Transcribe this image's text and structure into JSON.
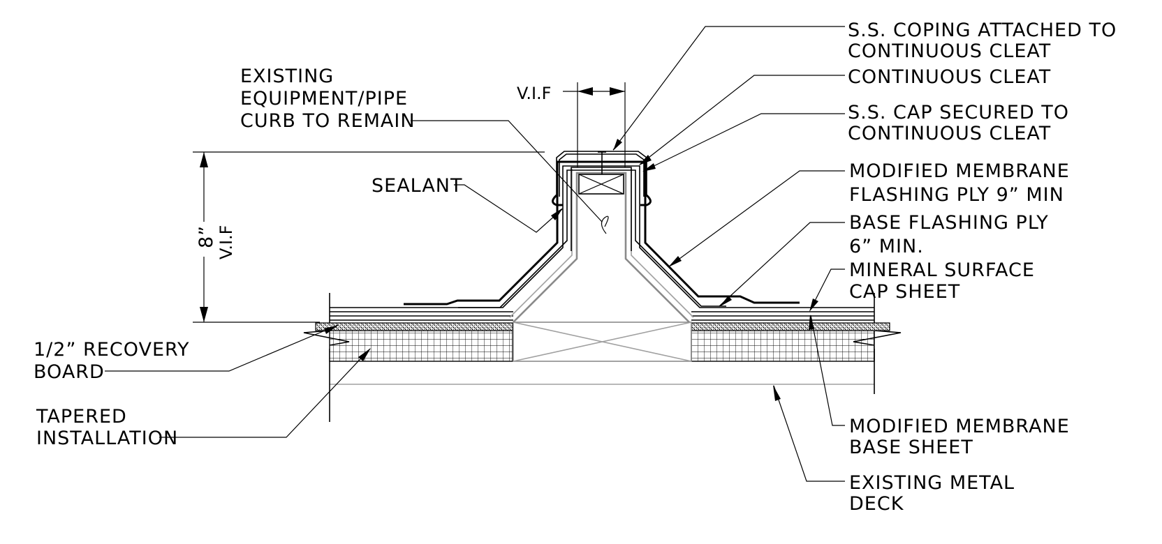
{
  "colors": {
    "line": "#000000",
    "wood": "#8a8a8a",
    "background": "#ffffff"
  },
  "labels": {
    "coping_line1": "S.S. COPING ATTACHED TO",
    "coping_line2": "CONTINUOUS CLEAT",
    "cleat": "CONTINUOUS CLEAT",
    "cap_line1": "S.S. CAP SECURED TO",
    "cap_line2": "CONTINUOUS CLEAT",
    "flashing_line1": "MODIFIED MEMBRANE",
    "flashing_line2": "FLASHING PLY 9” MIN",
    "base_flashing_line1": "BASE FLASHING PLY",
    "base_flashing_line2": "6” MIN.",
    "mineral_line1": "MINERAL SURFACE",
    "mineral_line2": "CAP SHEET",
    "base_sheet_line1": "MODIFIED MEMBRANE",
    "base_sheet_line2": "BASE SHEET",
    "deck_line1": "EXISTING METAL",
    "deck_line2": "DECK",
    "existing_line1": "EXISTING",
    "existing_line2": "EQUIPMENT/PIPE",
    "existing_line3": "CURB TO REMAIN",
    "sealant": "SEALANT",
    "recovery_line1": "1/2” RECOVERY",
    "recovery_line2": "BOARD",
    "tapered_line1": "TAPERED",
    "tapered_line2": "INSTALLATION",
    "vif_top": "V.I.F",
    "dim_height": "8”",
    "dim_vif": "V.I.F"
  }
}
